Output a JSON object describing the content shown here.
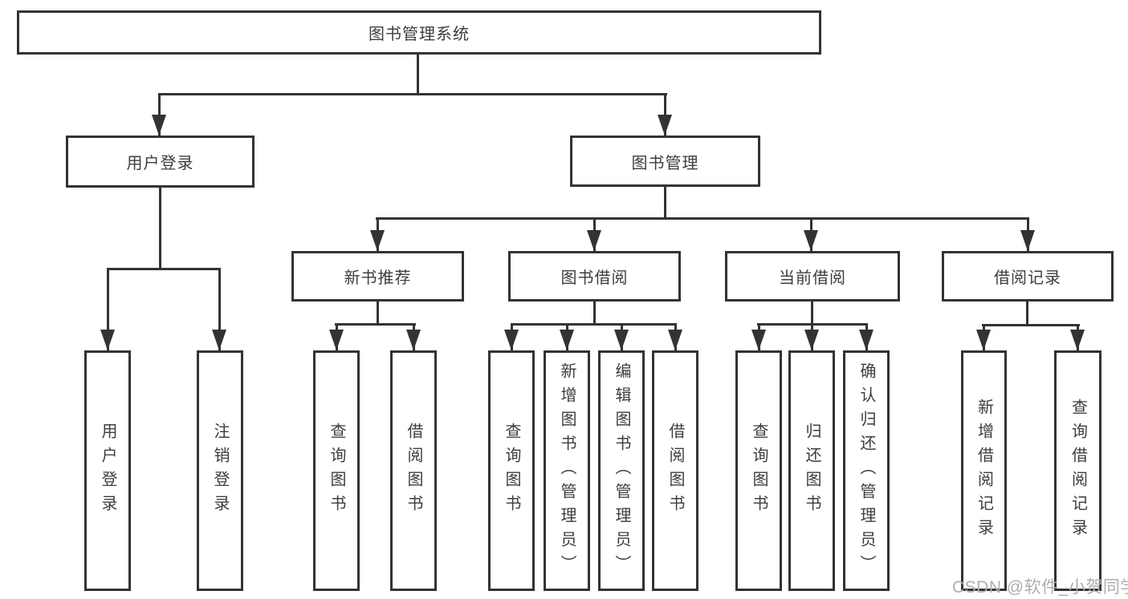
{
  "diagram": {
    "root": "图书管理系统",
    "branches": [
      {
        "label": "用户登录",
        "children": [
          "用户登录",
          "注销登录"
        ]
      },
      {
        "label": "图书管理",
        "groups": [
          {
            "label": "新书推荐",
            "children": [
              "查询图书",
              "借阅图书"
            ]
          },
          {
            "label": "图书借阅",
            "children": [
              "查询图书",
              "新增图书（管理员）",
              "编辑图书（管理员）",
              "借阅图书"
            ]
          },
          {
            "label": "当前借阅",
            "children": [
              "查询图书",
              "归还图书",
              "确认归还（管理员）"
            ]
          },
          {
            "label": "借阅记录",
            "children": [
              "新增借阅记录",
              "查询借阅记录"
            ]
          }
        ]
      }
    ]
  },
  "watermark": "CSDN @软件_小贺同学",
  "colors": {
    "line": "#333333",
    "text": "#3d3d3d",
    "watermark": "#aeaeae",
    "background": "#ffffff"
  }
}
